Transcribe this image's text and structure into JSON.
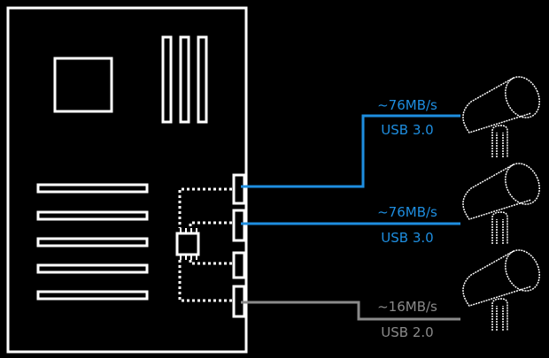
{
  "colors": {
    "usb3": "#1e8ee0",
    "usb2": "#8a8a8a",
    "outline": "#ffffff"
  },
  "connections": [
    {
      "speed": "~76MB/s",
      "type": "USB 3.0"
    },
    {
      "speed": "~76MB/s",
      "type": "USB 3.0"
    },
    {
      "speed": "~16MB/s",
      "type": "USB 2.0"
    }
  ]
}
